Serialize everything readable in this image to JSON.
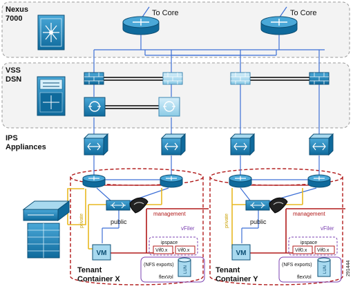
{
  "labels": {
    "nexus": [
      "Nexus",
      "7000"
    ],
    "vss": [
      "VSS",
      "DSN"
    ],
    "ips": [
      "IPS",
      "Appliances"
    ],
    "to_core": "To Core",
    "public": "public",
    "private": "private",
    "management": "management",
    "vfiler": "vFiler",
    "ipspace": "ipspace",
    "vif": "Vif0.x",
    "vm": "VM",
    "nfs": "(NFS exports)",
    "flexvol": "flexVol",
    "lun": "LUN",
    "figure_id": "291444"
  },
  "tenants": [
    {
      "line1": "Tenant",
      "line2": "Container X"
    },
    {
      "line1": "Tenant",
      "line2": "Container Y"
    }
  ],
  "colors": {
    "device_blue": "#1a7fb3",
    "device_light": "#a8d9ef",
    "link_blue": "#3c6fd6",
    "link_yellow": "#e8b820",
    "management_red": "#b01818",
    "tenant_red": "#b01818",
    "private_text": "#c9a000",
    "vfiler_purple": "#7a3fb0",
    "dashed_gray": "#9a9a9a"
  }
}
